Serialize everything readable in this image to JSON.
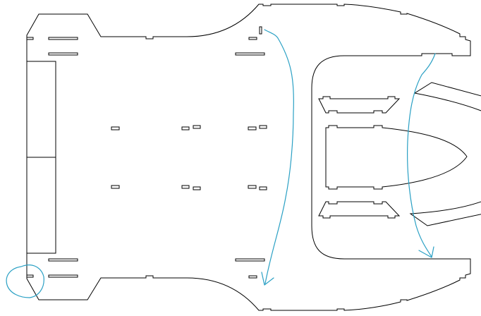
{
  "colors": {
    "outline": "#000000",
    "annotation": "#2aa0c4",
    "background": "#ffffff"
  },
  "parts": [
    "main-plate",
    "side-strip",
    "right-pocket",
    "trapezoid-tab-top",
    "center-tab",
    "trapezoid-tab-bottom",
    "right-arm-cutout"
  ],
  "annotations": [
    "annotation-arrow-left",
    "annotation-arrow-right",
    "annotation-circle"
  ]
}
